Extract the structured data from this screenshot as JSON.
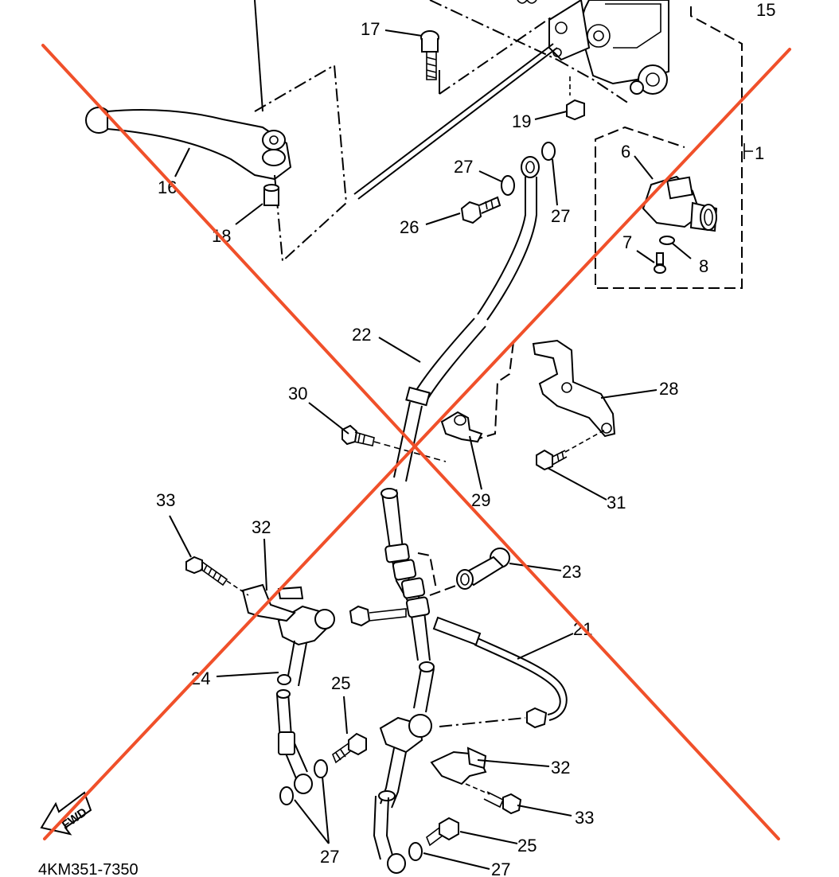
{
  "figure_code": "4KM351-7350",
  "direction_arrow": "FWD",
  "cross_color": "#f0502a",
  "callouts": [
    "15",
    "17",
    "19",
    "1",
    "6",
    "7",
    "8",
    "16",
    "18",
    "27",
    "26",
    "27",
    "22",
    "28",
    "30",
    "29",
    "31",
    "33",
    "32",
    "23",
    "21",
    "24",
    "25",
    "32",
    "33",
    "27",
    "25",
    "27"
  ]
}
